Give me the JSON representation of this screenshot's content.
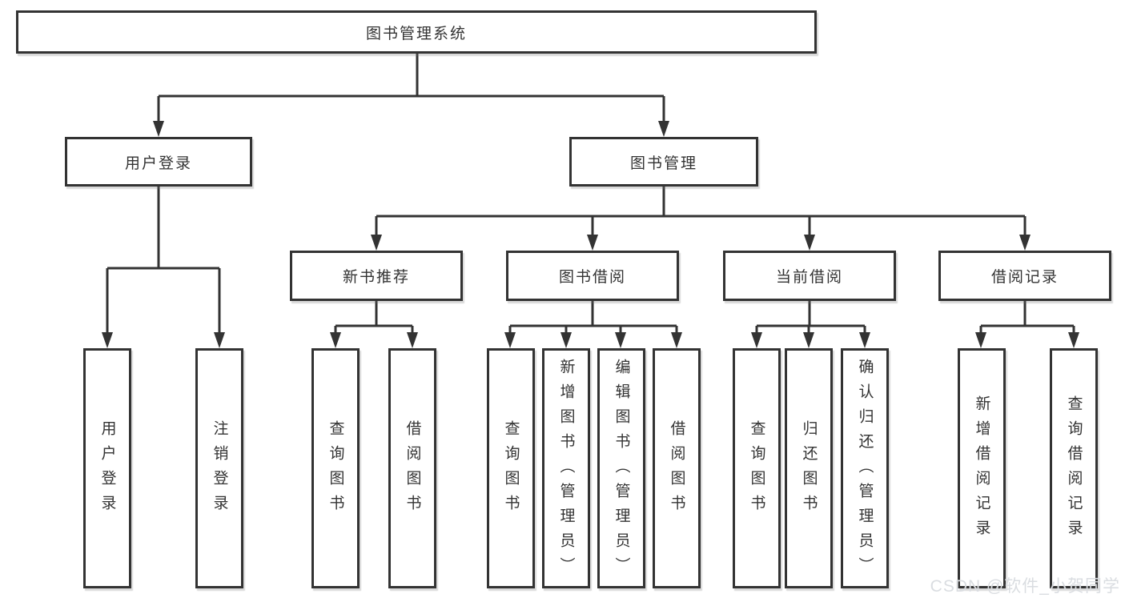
{
  "tree": {
    "label": "图书管理系统",
    "children": [
      {
        "label": "用户登录",
        "children": [
          {
            "label": "用户登录"
          },
          {
            "label": "注销登录"
          }
        ]
      },
      {
        "label": "图书管理",
        "children": [
          {
            "label": "新书推荐",
            "children": [
              {
                "label": "查询图书"
              },
              {
                "label": "借阅图书"
              }
            ]
          },
          {
            "label": "图书借阅",
            "children": [
              {
                "label": "查询图书"
              },
              {
                "label": "新增图书（管理员）"
              },
              {
                "label": "编辑图书（管理员）"
              },
              {
                "label": "借阅图书"
              }
            ]
          },
          {
            "label": "当前借阅",
            "children": [
              {
                "label": "查询图书"
              },
              {
                "label": "归还图书"
              },
              {
                "label": "确认归还（管理员）"
              }
            ]
          },
          {
            "label": "借阅记录",
            "children": [
              {
                "label": "新增借阅记录"
              },
              {
                "label": "查询借阅记录"
              }
            ]
          }
        ]
      }
    ]
  },
  "watermark": {
    "text": "CSDN @软件_小贺同学"
  },
  "colors": {
    "line": "#333333",
    "box_border": "#333333",
    "box_background": "#ffffff",
    "watermark": "#d8dbdf"
  }
}
